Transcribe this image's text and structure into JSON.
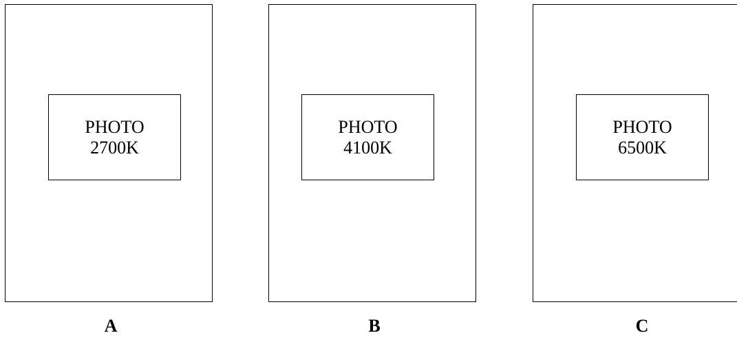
{
  "panels": [
    {
      "photo_label": "PHOTO",
      "temperature": "2700K",
      "caption": "A"
    },
    {
      "photo_label": "PHOTO",
      "temperature": "4100K",
      "caption": "B"
    },
    {
      "photo_label": "PHOTO",
      "temperature": "6500K",
      "caption": "C"
    }
  ]
}
